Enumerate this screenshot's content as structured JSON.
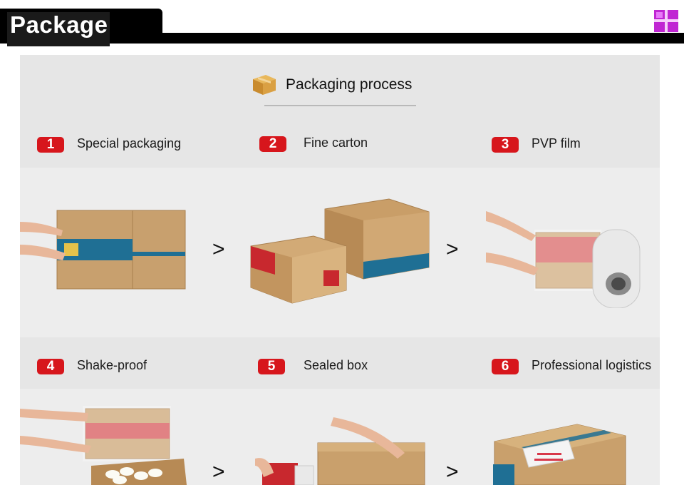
{
  "header": {
    "title": "Package"
  },
  "section": {
    "title": "Packaging process"
  },
  "steps": [
    {
      "number": "1",
      "label": "Special packaging"
    },
    {
      "number": "2",
      "label": "Fine carton"
    },
    {
      "number": "3",
      "label": "PVP film"
    },
    {
      "number": "4",
      "label": "Shake-proof"
    },
    {
      "number": "5",
      "label": "Sealed box"
    },
    {
      "number": "6",
      "label": "Professional logistics"
    }
  ],
  "arrow_glyph": ">",
  "colors": {
    "badge": "#d7161c",
    "panel": "#e6e6e6",
    "header": "#000000",
    "logo": "#c026d3"
  }
}
